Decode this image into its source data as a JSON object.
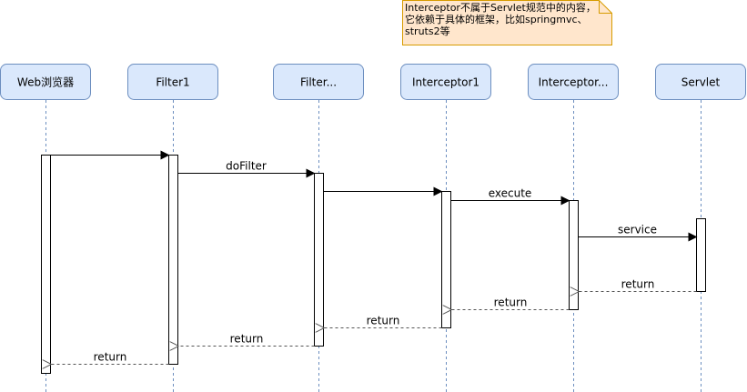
{
  "diagram": {
    "type": "sequence-diagram",
    "participants": [
      {
        "id": "browser",
        "label": "Web浏览器"
      },
      {
        "id": "filter1",
        "label": "Filter1"
      },
      {
        "id": "filterN",
        "label": "Filter..."
      },
      {
        "id": "interceptor1",
        "label": "Interceptor1"
      },
      {
        "id": "interceptorN",
        "label": "Interceptor..."
      },
      {
        "id": "servlet",
        "label": "Servlet"
      }
    ],
    "messages": [
      {
        "from": "browser",
        "to": "filter1",
        "label": "",
        "kind": "call"
      },
      {
        "from": "filter1",
        "to": "filterN",
        "label": "doFilter",
        "kind": "call"
      },
      {
        "from": "filterN",
        "to": "interceptor1",
        "label": "",
        "kind": "call"
      },
      {
        "from": "interceptor1",
        "to": "interceptorN",
        "label": "execute",
        "kind": "call"
      },
      {
        "from": "interceptorN",
        "to": "servlet",
        "label": "service",
        "kind": "call"
      },
      {
        "from": "servlet",
        "to": "interceptorN",
        "label": "return",
        "kind": "return"
      },
      {
        "from": "interceptorN",
        "to": "interceptor1",
        "label": "return",
        "kind": "return"
      },
      {
        "from": "interceptor1",
        "to": "filterN",
        "label": "return",
        "kind": "return"
      },
      {
        "from": "filterN",
        "to": "filter1",
        "label": "return",
        "kind": "return"
      },
      {
        "from": "filter1",
        "to": "browser",
        "label": "return",
        "kind": "return"
      }
    ],
    "note": {
      "lines": [
        "Interceptor不属于Servlet规范中的内容，",
        "它依赖于具体的框架，比如springmvc、",
        "struts2等"
      ],
      "fill": "#ffe6cc",
      "stroke": "#d79b00"
    },
    "colors": {
      "participant_fill": "#dae8fc",
      "participant_stroke": "#6c8ebf",
      "lifeline": "#6c8ebf"
    }
  }
}
